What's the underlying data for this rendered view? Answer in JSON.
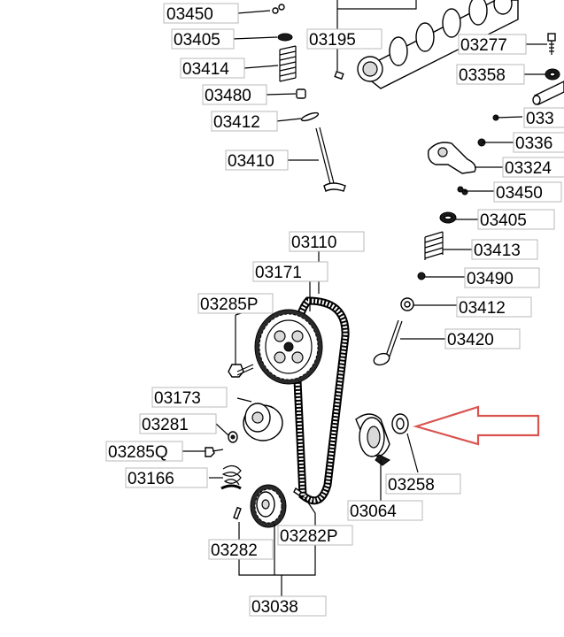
{
  "labels": {
    "p03450a": "03450",
    "p03405a": "03405",
    "p03414": "03414",
    "p03480": "03480",
    "p03412a": "03412",
    "p03410": "03410",
    "p03195": "03195",
    "p03277": "03277",
    "p03358": "03358",
    "p0333": "033",
    "p03363": "0336",
    "p03324": "03324",
    "p03450b": "03450",
    "p03405b": "03405",
    "p03413": "03413",
    "p03490": "03490",
    "p03412b": "03412",
    "p03420": "03420",
    "p03110": "03110",
    "p03171": "03171",
    "p03285P": "03285P",
    "p03173": "03173",
    "p03281": "03281",
    "p03285Q": "03285Q",
    "p03166": "03166",
    "p03258": "03258",
    "p03064": "03064",
    "p03282": "03282",
    "p03282P": "03282P",
    "p03038": "03038"
  },
  "colors": {
    "highlight_arrow": "#d9534f"
  }
}
